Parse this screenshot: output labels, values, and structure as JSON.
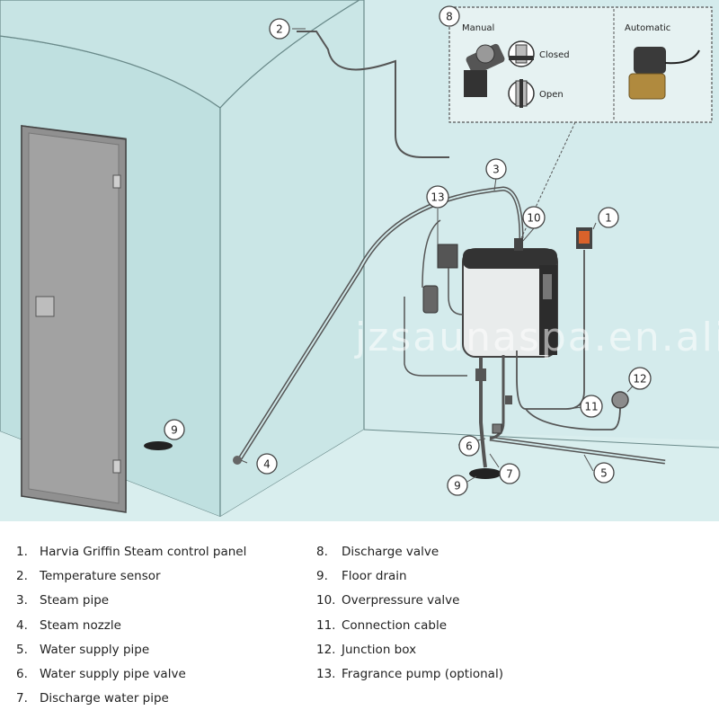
{
  "watermark": "jzsaunaspa.en.alibaba.co",
  "inset": {
    "manual_label": "Manual",
    "automatic_label": "Automatic",
    "closed_label": "Closed",
    "open_label": "Open"
  },
  "callouts": [
    {
      "id": "c1",
      "label": "1"
    },
    {
      "id": "c2",
      "label": "2"
    },
    {
      "id": "c3",
      "label": "3"
    },
    {
      "id": "c4",
      "label": "4"
    },
    {
      "id": "c5",
      "label": "5"
    },
    {
      "id": "c6",
      "label": "6"
    },
    {
      "id": "c7",
      "label": "7"
    },
    {
      "id": "c8",
      "label": "8"
    },
    {
      "id": "c9a",
      "label": "9"
    },
    {
      "id": "c9b",
      "label": "9"
    },
    {
      "id": "c10",
      "label": "10"
    },
    {
      "id": "c11",
      "label": "11"
    },
    {
      "id": "c12",
      "label": "12"
    },
    {
      "id": "c13",
      "label": "13"
    }
  ],
  "legend": [
    {
      "num": "1.",
      "text": "Harvia Griffin Steam control panel"
    },
    {
      "num": "2.",
      "text": "Temperature sensor"
    },
    {
      "num": "3.",
      "text": "Steam pipe"
    },
    {
      "num": "4.",
      "text": "Steam nozzle"
    },
    {
      "num": "5.",
      "text": "Water supply pipe"
    },
    {
      "num": "6.",
      "text": "Water supply pipe valve"
    },
    {
      "num": "7.",
      "text": "Discharge water pipe"
    },
    {
      "num": "8.",
      "text": "Discharge valve"
    },
    {
      "num": "9.",
      "text": "Floor drain"
    },
    {
      "num": "10.",
      "text": "Overpressure valve"
    },
    {
      "num": "11.",
      "text": "Connection cable"
    },
    {
      "num": "12.",
      "text": "Junction box"
    },
    {
      "num": "13.",
      "text": "Fragrance pump (optional)"
    }
  ],
  "colors": {
    "wall": "#cfe7e8",
    "glass": "#bfe0e0",
    "line": "#555555",
    "door": "#8f8f8f",
    "callout_fill": "#ffffff"
  }
}
